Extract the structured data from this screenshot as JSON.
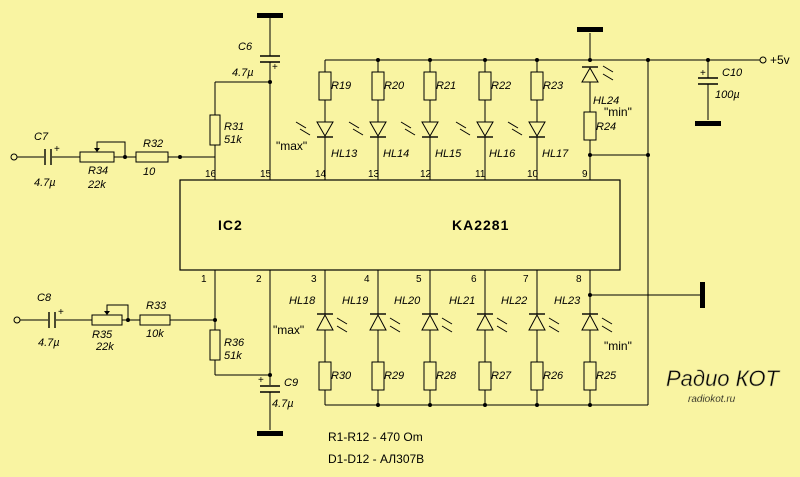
{
  "ic": {
    "name": "IC2",
    "part": "KA2281"
  },
  "supply": "+5v",
  "pins_top": [
    "16",
    "15",
    "14",
    "13",
    "12",
    "11",
    "10",
    "9"
  ],
  "pins_bottom": [
    "1",
    "2",
    "3",
    "4",
    "5",
    "6",
    "7",
    "8"
  ],
  "top_chain": {
    "c7": {
      "name": "C7",
      "value": "4.7µ"
    },
    "r34": {
      "name": "R34",
      "value": "22k"
    },
    "r32": {
      "name": "R32",
      "value": "10"
    },
    "r31": {
      "name": "R31",
      "value": "51k"
    },
    "c6": {
      "name": "C6",
      "value": "4.7µ"
    }
  },
  "bottom_chain": {
    "c8": {
      "name": "C8",
      "value": "4.7µ"
    },
    "r35": {
      "name": "R35",
      "value": "22k"
    },
    "r33": {
      "name": "R33",
      "value": "10k"
    },
    "r36": {
      "name": "R36",
      "value": "51k"
    },
    "c9": {
      "name": "C9",
      "value": "4.7µ"
    }
  },
  "c10": {
    "name": "C10",
    "value": "100µ"
  },
  "top_resistors": [
    "R19",
    "R20",
    "R21",
    "R22",
    "R23"
  ],
  "top_leds": [
    "HL13",
    "HL14",
    "HL15",
    "HL16",
    "HL17"
  ],
  "hl24": "HL24",
  "r24": "R24",
  "bottom_leds": [
    "HL18",
    "HL19",
    "HL20",
    "HL21",
    "HL22",
    "HL23"
  ],
  "bottom_resistors": [
    "R30",
    "R29",
    "R28",
    "R27",
    "R26",
    "R25"
  ],
  "labels": {
    "max": "\"max\"",
    "min": "\"min\""
  },
  "notes": [
    "R1-R12 - 470 Om",
    "D1-D12 - АЛ307В"
  ],
  "watermark": {
    "logo": "Радио КОТ",
    "site": "radiokot.ru"
  }
}
